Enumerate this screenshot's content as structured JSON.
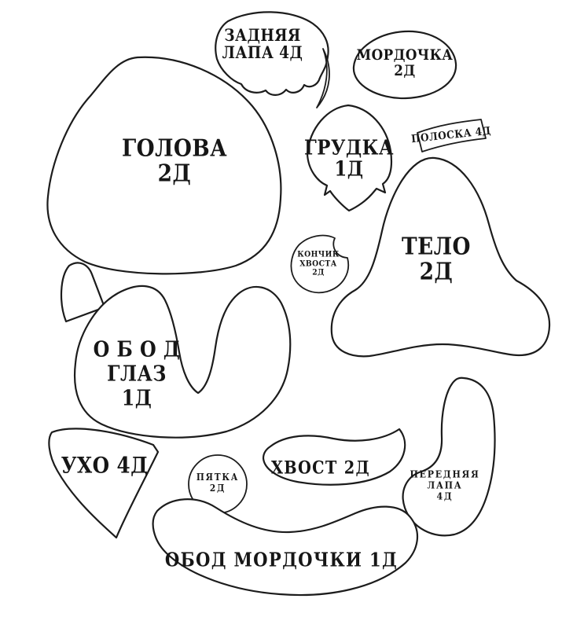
{
  "pattern": {
    "title": "felt toy sewing pattern sheet",
    "line_color": "#1c1c1c",
    "background_color": "#ffffff"
  },
  "pieces": [
    {
      "id": "back-paw",
      "label_lines": [
        "ЗАДНЯЯ",
        "ЛАПА 4Д"
      ]
    },
    {
      "id": "muzzle",
      "label_lines": [
        "МОРДОЧКА",
        "2Д"
      ]
    },
    {
      "id": "head",
      "label_lines": [
        "ГОЛОВА",
        "2Д"
      ]
    },
    {
      "id": "chest",
      "label_lines": [
        "ГРУДКА",
        "1Д"
      ]
    },
    {
      "id": "stripe",
      "label_lines": [
        "ПОЛОСКА 4Д"
      ]
    },
    {
      "id": "body",
      "label_lines": [
        "ТЕЛО",
        "2Д"
      ]
    },
    {
      "id": "tail-tip",
      "label_lines": [
        "КОНЧИК",
        "ХВОСТА",
        "2Д"
      ]
    },
    {
      "id": "eye-rim",
      "label_lines": [
        "О Б О Д",
        "ГЛАЗ",
        "1Д"
      ]
    },
    {
      "id": "ear",
      "label_lines": [
        "УХО 4Д"
      ]
    },
    {
      "id": "heel",
      "label_lines": [
        "ПЯТКА",
        "2Д"
      ]
    },
    {
      "id": "tail",
      "label_lines": [
        "ХВОСТ 2Д"
      ]
    },
    {
      "id": "front-paw",
      "label_lines": [
        "ПЕРЕДНЯЯ",
        "ЛАПА",
        "4Д"
      ]
    },
    {
      "id": "muzzle-rim",
      "label_lines": [
        "ОБОД МОРДОЧКИ 1Д"
      ]
    }
  ]
}
